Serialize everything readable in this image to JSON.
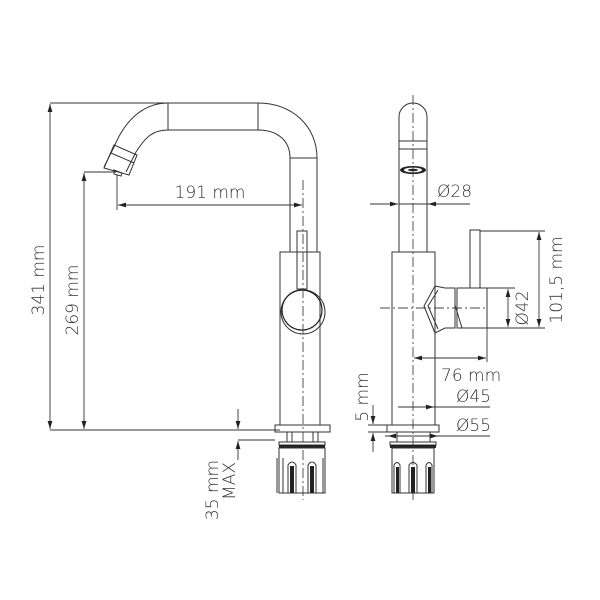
{
  "drawing": {
    "subject": "single-lever basin faucet",
    "views": [
      "side-view",
      "front-view"
    ]
  },
  "dimensions": {
    "total_height": "341 mm",
    "spout_height": "269 mm",
    "spout_reach": "191 mm",
    "mounting_thickness": "35 mm",
    "mounting_thickness_qualifier": "MAX",
    "spout_diameter": "Ø28",
    "handle_height": "101,5 mm",
    "handle_diameter": "Ø42",
    "handle_depth": "76 mm",
    "body_diameter": "Ø45",
    "base_diameter": "Ø55",
    "base_thickness": "5 mm"
  },
  "colors": {
    "line": "#333333",
    "background": "#ffffff"
  }
}
